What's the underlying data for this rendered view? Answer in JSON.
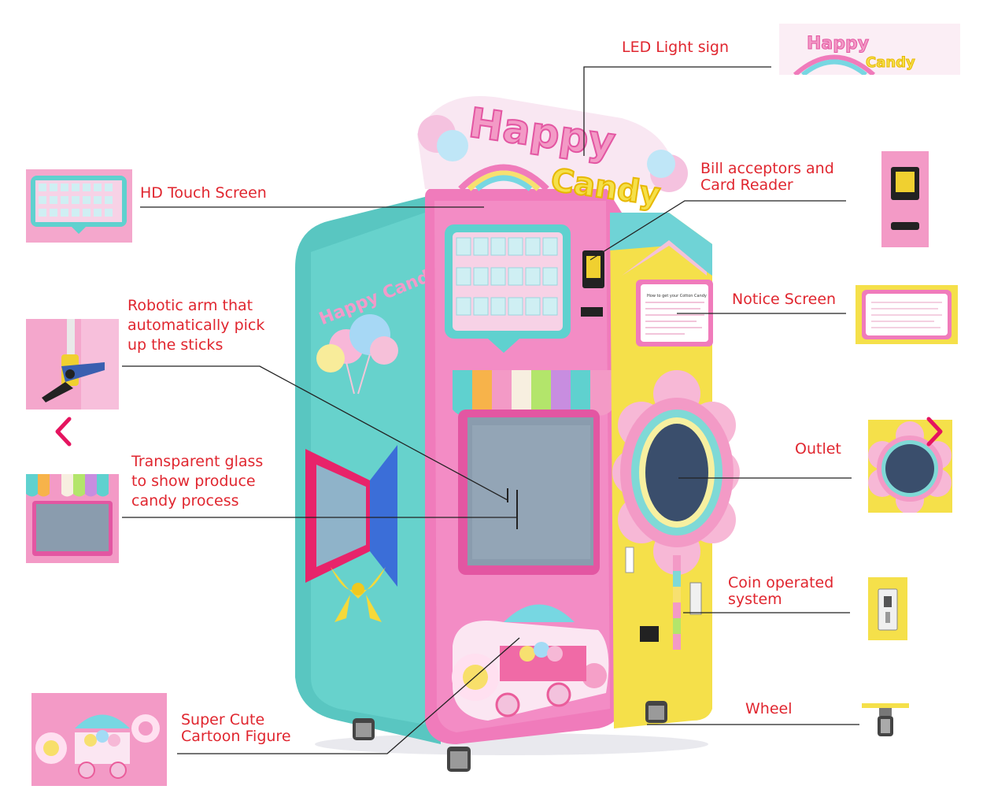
{
  "labels": {
    "led_sign": "LED Light sign",
    "hd_touch_screen": "HD Touch Screen",
    "bill_acceptor": "Bill acceptors and\nCard Reader",
    "notice_screen": "Notice Screen",
    "robotic_arm": "Robotic arm that\nautomatically pick\nup the sticks",
    "transparent_glass": "Transparent glass\nto show produce\ncandy process",
    "outlet": "Outlet",
    "coin_system": "Coin operated\nsystem",
    "wheel": "Wheel",
    "cartoon_figure": "Super Cute\nCartoon Figure"
  },
  "machine": {
    "sign_line1": "Happy",
    "sign_line2": "Candy",
    "side_text": "Happy Candy",
    "thumb_logo": "Happy Candy",
    "notice_heading": "How to get your Cotton Candy"
  },
  "colors": {
    "label_red": "#e0262f",
    "machine_pink": "#f27fbf",
    "machine_teal": "#5cc9c4",
    "machine_yellow": "#f5e04a",
    "nav_arrow": "#e5145f"
  },
  "nav": {
    "prev_icon": "chevron-left-icon",
    "next_icon": "chevron-right-icon"
  }
}
